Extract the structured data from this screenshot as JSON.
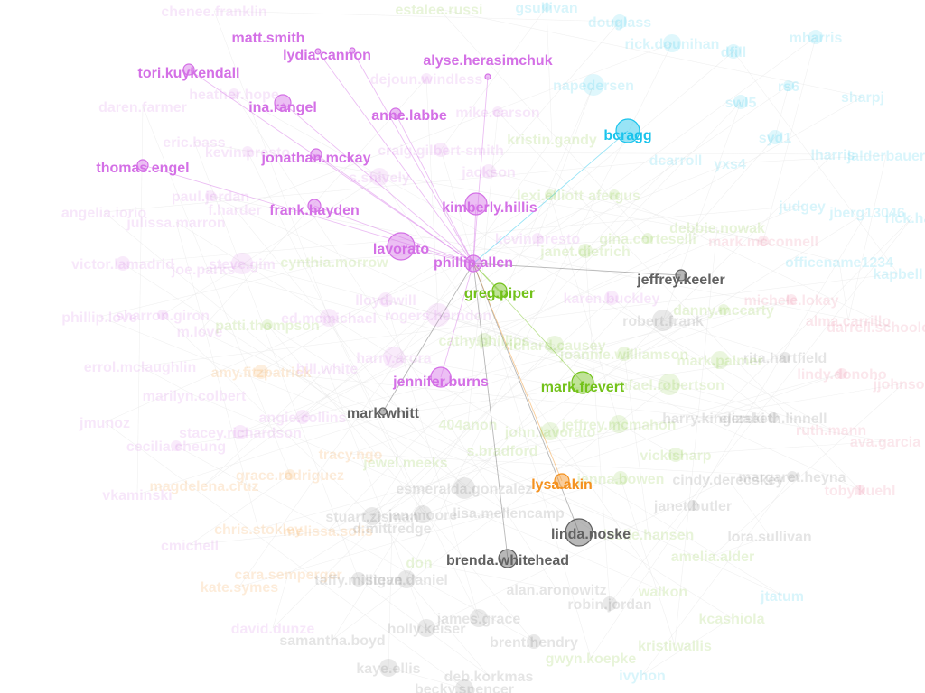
{
  "colors": {
    "purple": "#d470e6",
    "cyan": "#1bc4ec",
    "green": "#73c21a",
    "orange": "#f4911e",
    "gray": "#616161",
    "pink": "#e86d8f",
    "lightgray": "#9a9a9a"
  },
  "graph": {
    "center": "phillip.allen",
    "nodes": [
      {
        "id": "phillip.allen",
        "label": "phillip.allen",
        "group": "purple",
        "highlight": true
      },
      {
        "id": "matt.smith",
        "label": "matt.smith",
        "group": "purple",
        "highlight": true
      },
      {
        "id": "lydia.cannon",
        "label": "lydia.cannon",
        "group": "purple",
        "highlight": true
      },
      {
        "id": "alyse.herasimchuk",
        "label": "alyse.herasimchuk",
        "group": "purple",
        "highlight": true
      },
      {
        "id": "tori.kuykendall",
        "label": "tori.kuykendall",
        "group": "purple",
        "highlight": true
      },
      {
        "id": "ina.rangel",
        "label": "ina.rangel",
        "group": "purple",
        "highlight": true
      },
      {
        "id": "anne.labbe",
        "label": "anne.labbe",
        "group": "purple",
        "highlight": true
      },
      {
        "id": "jonathan.mckay",
        "label": "jonathan.mckay",
        "group": "purple",
        "highlight": true
      },
      {
        "id": "thomas.engel",
        "label": "thomas.engel",
        "group": "purple",
        "highlight": true
      },
      {
        "id": "frank.hayden",
        "label": "frank.hayden",
        "group": "purple",
        "highlight": true
      },
      {
        "id": "kimberly.hillis",
        "label": "kimberly.hillis",
        "group": "purple",
        "highlight": true
      },
      {
        "id": "lavorato",
        "label": "lavorato",
        "group": "purple",
        "highlight": true
      },
      {
        "id": "jennifer.burns",
        "label": "jennifer.burns",
        "group": "purple",
        "highlight": true
      },
      {
        "id": "bcragg",
        "label": "bcragg",
        "group": "cyan",
        "highlight": true
      },
      {
        "id": "greg.piper",
        "label": "greg.piper",
        "group": "green",
        "highlight": true
      },
      {
        "id": "mark.frevert",
        "label": "mark.frevert",
        "group": "green",
        "highlight": true
      },
      {
        "id": "jeffrey.keeler",
        "label": "jeffrey.keeler",
        "group": "gray",
        "highlight": true
      },
      {
        "id": "mark.whitt",
        "label": "mark.whitt",
        "group": "gray",
        "highlight": true
      },
      {
        "id": "lysa.akin",
        "label": "lysa.akin",
        "group": "orange",
        "highlight": true
      },
      {
        "id": "linda.noske",
        "label": "linda.noske",
        "group": "gray",
        "highlight": true
      },
      {
        "id": "brenda.whitehead",
        "label": "brenda.whitehead",
        "group": "gray",
        "highlight": true
      },
      {
        "id": "chenee.franklin",
        "label": "chenee.franklin",
        "group": "purple",
        "highlight": false
      },
      {
        "id": "estalee.russi",
        "label": "estalee.russi",
        "group": "green",
        "highlight": false
      },
      {
        "id": "gsullivan",
        "label": "gsullivan",
        "group": "cyan",
        "highlight": false
      },
      {
        "id": "douglass",
        "label": "douglass",
        "group": "cyan",
        "highlight": false
      },
      {
        "id": "rick.dounihan",
        "label": "rick.dounihan",
        "group": "cyan",
        "highlight": false
      },
      {
        "id": "mharris",
        "label": "mharris",
        "group": "cyan",
        "highlight": false
      },
      {
        "id": "dfill",
        "label": "dfill",
        "group": "cyan",
        "highlight": false
      },
      {
        "id": "dejoun.windless",
        "label": "dejoun.windless",
        "group": "purple",
        "highlight": false
      },
      {
        "id": "napedersen",
        "label": "napedersen",
        "group": "cyan",
        "highlight": false
      },
      {
        "id": "rs6",
        "label": "rs6",
        "group": "cyan",
        "highlight": false
      },
      {
        "id": "sharpj",
        "label": "sharpj",
        "group": "cyan",
        "highlight": false
      },
      {
        "id": "heather.hope",
        "label": "heather.hope",
        "group": "purple",
        "highlight": false
      },
      {
        "id": "daren.farmer",
        "label": "daren.farmer",
        "group": "purple",
        "highlight": false
      },
      {
        "id": "mike.carson",
        "label": "mike.carson",
        "group": "purple",
        "highlight": false
      },
      {
        "id": "swl5",
        "label": "swl5",
        "group": "cyan",
        "highlight": false
      },
      {
        "id": "eric.bass",
        "label": "eric.bass",
        "group": "purple",
        "highlight": false
      },
      {
        "id": "kevin.presto",
        "label": "kevin.presto",
        "group": "purple",
        "highlight": false
      },
      {
        "id": "craig.gilbert-smith",
        "label": "craig.gilbert-smith",
        "group": "purple",
        "highlight": false
      },
      {
        "id": "kristin.gandy",
        "label": "kristin.gandy",
        "group": "green",
        "highlight": false
      },
      {
        "id": "syd1",
        "label": "syd1",
        "group": "cyan",
        "highlight": false
      },
      {
        "id": "lharris",
        "label": "lharris",
        "group": "cyan",
        "highlight": false
      },
      {
        "id": "jalderbauer",
        "label": "jalderbauer",
        "group": "cyan",
        "highlight": false
      },
      {
        "id": "dcarroll",
        "label": "dcarroll",
        "group": "cyan",
        "highlight": false
      },
      {
        "id": "yxs4",
        "label": "yxs4",
        "group": "cyan",
        "highlight": false
      },
      {
        "id": "jackson",
        "label": "jackson",
        "group": "purple",
        "highlight": false
      },
      {
        "id": "s.shively",
        "label": "s.shively",
        "group": "purple",
        "highlight": false
      },
      {
        "id": "paul.jordan",
        "label": "paul.jordan",
        "group": "purple",
        "highlight": false
      },
      {
        "id": "lexi.elliott",
        "label": "lexi.elliott",
        "group": "green",
        "highlight": false
      },
      {
        "id": "afergus",
        "label": "afergus",
        "group": "green",
        "highlight": false
      },
      {
        "id": "judgey",
        "label": "judgey",
        "group": "cyan",
        "highlight": false
      },
      {
        "id": "angelia.iorio",
        "label": "angelia.iorio",
        "group": "purple",
        "highlight": false
      },
      {
        "id": "f.harder",
        "label": "f.harder",
        "group": "purple",
        "highlight": false
      },
      {
        "id": "julissa.marron",
        "label": "julissa.marron",
        "group": "purple",
        "highlight": false
      },
      {
        "id": "jberg13046",
        "label": "jberg13046",
        "group": "cyan",
        "highlight": false
      },
      {
        "id": "rick.hall",
        "label": "rick.hall",
        "group": "cyan",
        "highlight": false
      },
      {
        "id": "debbie.nowak",
        "label": "debbie.nowak",
        "group": "green",
        "highlight": false
      },
      {
        "id": "gina.corteselli",
        "label": "gina.corteselli",
        "group": "green",
        "highlight": false
      },
      {
        "id": "kevin.presto2",
        "label": "kevin.presto",
        "group": "purple",
        "highlight": false
      },
      {
        "id": "mark.mcconnell",
        "label": "mark.mcconnell",
        "group": "pink",
        "highlight": false
      },
      {
        "id": "janet.dietrich",
        "label": "janet.dietrich",
        "group": "green",
        "highlight": false
      },
      {
        "id": "victor.lamadrid",
        "label": "victor.lamadrid",
        "group": "purple",
        "highlight": false
      },
      {
        "id": "joe.parks",
        "label": "joe.parks",
        "group": "purple",
        "highlight": false
      },
      {
        "id": "steve.gim",
        "label": "steve.gim",
        "group": "purple",
        "highlight": false
      },
      {
        "id": "cynthia.morrow",
        "label": "cynthia.morrow",
        "group": "green",
        "highlight": false
      },
      {
        "id": "officename1234",
        "label": "officename1234",
        "group": "cyan",
        "highlight": false
      },
      {
        "id": "kapbell",
        "label": "kapbell",
        "group": "cyan",
        "highlight": false
      },
      {
        "id": "lloyd.will",
        "label": "lloyd.will",
        "group": "purple",
        "highlight": false
      },
      {
        "id": "karen.buckley",
        "label": "karen.buckley",
        "group": "purple",
        "highlight": false
      },
      {
        "id": "michele.lokay",
        "label": "michele.lokay",
        "group": "pink",
        "highlight": false
      },
      {
        "id": "danny.mccarty",
        "label": "danny.mccarty",
        "group": "green",
        "highlight": false
      },
      {
        "id": "phillip.love",
        "label": "phillip.love",
        "group": "purple",
        "highlight": false
      },
      {
        "id": "sharron.giron",
        "label": "sharron.giron",
        "group": "purple",
        "highlight": false
      },
      {
        "id": "m.love",
        "label": "m.love",
        "group": "purple",
        "highlight": false
      },
      {
        "id": "patti.thompson",
        "label": "patti.thompson",
        "group": "green",
        "highlight": false
      },
      {
        "id": "ed.mcmichael",
        "label": "ed.mcmichael",
        "group": "purple",
        "highlight": false
      },
      {
        "id": "rogers.herndon",
        "label": "rogers.herndon",
        "group": "purple",
        "highlight": false
      },
      {
        "id": "robert.frank",
        "label": "robert.frank",
        "group": "gray",
        "highlight": false
      },
      {
        "id": "alma.carrillo",
        "label": "alma.carrillo",
        "group": "pink",
        "highlight": false
      },
      {
        "id": "darrell.schoolcraft",
        "label": "darrell.schoolcraft",
        "group": "pink",
        "highlight": false
      },
      {
        "id": "cathy.phillips",
        "label": "cathy.phillips",
        "group": "green",
        "highlight": false
      },
      {
        "id": "richard.causey",
        "label": "richard.causey",
        "group": "green",
        "highlight": false
      },
      {
        "id": "joannie.williamson",
        "label": "joannie.williamson",
        "group": "green",
        "highlight": false
      },
      {
        "id": "rita.hartfield",
        "label": "rita.hartfield",
        "group": "gray",
        "highlight": false
      },
      {
        "id": "mark.palmer",
        "label": "mark.palmer",
        "group": "green",
        "highlight": false
      },
      {
        "id": "errol.mclaughlin",
        "label": "errol.mclaughlin",
        "group": "purple",
        "highlight": false
      },
      {
        "id": "amy.fitzpatrick",
        "label": "amy.fitzpatrick",
        "group": "orange",
        "highlight": false
      },
      {
        "id": "harry.arora",
        "label": "harry.arora",
        "group": "purple",
        "highlight": false
      },
      {
        "id": "bill.white",
        "label": "bill.white",
        "group": "purple",
        "highlight": false
      },
      {
        "id": "lindy.donoho",
        "label": "lindy.donoho",
        "group": "pink",
        "highlight": false
      },
      {
        "id": "jjohnson",
        "label": "jjohnson",
        "group": "pink",
        "highlight": false
      },
      {
        "id": "marilyn.colbert",
        "label": "marilyn.colbert",
        "group": "purple",
        "highlight": false
      },
      {
        "id": "rafael.robertson",
        "label": "rafael.robertson",
        "group": "green",
        "highlight": false
      },
      {
        "id": "jmunoz",
        "label": "jmunoz",
        "group": "purple",
        "highlight": false
      },
      {
        "id": "angie.collins",
        "label": "angie.collins",
        "group": "purple",
        "highlight": false
      },
      {
        "id": "404anon",
        "label": "404anon",
        "group": "green",
        "highlight": false
      },
      {
        "id": "john.lavorato",
        "label": "john.lavorato",
        "group": "green",
        "highlight": false
      },
      {
        "id": "jeffrey.mcmahon",
        "label": "jeffrey.mcmahon",
        "group": "green",
        "highlight": false
      },
      {
        "id": "harry.kingerski",
        "label": "harry.kingerski",
        "group": "gray",
        "highlight": false
      },
      {
        "id": "elizabeth.linnell",
        "label": "elizabeth.linnell",
        "group": "gray",
        "highlight": false
      },
      {
        "id": "stacey.richardson",
        "label": "stacey.richardson",
        "group": "purple",
        "highlight": false
      },
      {
        "id": "ruth.mann",
        "label": "ruth.mann",
        "group": "pink",
        "highlight": false
      },
      {
        "id": "cecilia.cheung",
        "label": "cecilia.cheung",
        "group": "purple",
        "highlight": false
      },
      {
        "id": "s.bradford",
        "label": "s.bradford",
        "group": "green",
        "highlight": false
      },
      {
        "id": "vickisharp",
        "label": "vickisharp",
        "group": "green",
        "highlight": false
      },
      {
        "id": "ava.garcia",
        "label": "ava.garcia",
        "group": "pink",
        "highlight": false
      },
      {
        "id": "tracy.ngo",
        "label": "tracy.ngo",
        "group": "orange",
        "highlight": false
      },
      {
        "id": "jewel.meeks",
        "label": "jewel.meeks",
        "group": "green",
        "highlight": false
      },
      {
        "id": "grace.rodriguez",
        "label": "grace.rodriguez",
        "group": "orange",
        "highlight": false
      },
      {
        "id": "jenna.bowen",
        "label": "jenna.bowen",
        "group": "green",
        "highlight": false
      },
      {
        "id": "cindy.derecskey",
        "label": "cindy.derecskey",
        "group": "gray",
        "highlight": false
      },
      {
        "id": "margaret.heyna",
        "label": "margaret.heyna",
        "group": "gray",
        "highlight": false
      },
      {
        "id": "magdelena.cruz",
        "label": "magdelena.cruz",
        "group": "orange",
        "highlight": false
      },
      {
        "id": "vkaminski",
        "label": "vkaminski",
        "group": "purple",
        "highlight": false
      },
      {
        "id": "esmeralda.gonzalez",
        "label": "esmeralda.gonzalez",
        "group": "gray",
        "highlight": false
      },
      {
        "id": "toby.kuehl",
        "label": "toby.kuehl",
        "group": "pink",
        "highlight": false
      },
      {
        "id": "janet.butler",
        "label": "janet.butler",
        "group": "gray",
        "highlight": false
      },
      {
        "id": "lisa.mellencamp",
        "label": "lisa.mellencamp",
        "group": "gray",
        "highlight": false
      },
      {
        "id": "stuart.zisman",
        "label": "stuart.zisman",
        "group": "gray",
        "highlight": false
      },
      {
        "id": "jan.moore",
        "label": "jan.moore",
        "group": "gray",
        "highlight": false
      },
      {
        "id": "leslie.hansen",
        "label": "leslie.hansen",
        "group": "green",
        "highlight": false
      },
      {
        "id": "chris.stokley",
        "label": "chris.stokley",
        "group": "orange",
        "highlight": false
      },
      {
        "id": "melissa.solis",
        "label": "melissa.solis",
        "group": "orange",
        "highlight": false
      },
      {
        "id": "d.mittredge",
        "label": "d.mittredge",
        "group": "gray",
        "highlight": false
      },
      {
        "id": "lora.sullivan",
        "label": "lora.sullivan",
        "group": "gray",
        "highlight": false
      },
      {
        "id": "cmichell",
        "label": "cmichell",
        "group": "purple",
        "highlight": false
      },
      {
        "id": "amelia.alder",
        "label": "amelia.alder",
        "group": "green",
        "highlight": false
      },
      {
        "id": "don",
        "label": "don",
        "group": "green",
        "highlight": false
      },
      {
        "id": "cara.semperger",
        "label": "cara.semperger",
        "group": "orange",
        "highlight": false
      },
      {
        "id": "taffy.milligan",
        "label": "taffy.milligan",
        "group": "gray",
        "highlight": false
      },
      {
        "id": "steve.daniel",
        "label": "steve.daniel",
        "group": "gray",
        "highlight": false
      },
      {
        "id": "alan.aronowitz",
        "label": "alan.aronowitz",
        "group": "gray",
        "highlight": false
      },
      {
        "id": "kate.symes",
        "label": "kate.symes",
        "group": "orange",
        "highlight": false
      },
      {
        "id": "walkon",
        "label": "walkon",
        "group": "green",
        "highlight": false
      },
      {
        "id": "jtatum",
        "label": "jtatum",
        "group": "cyan",
        "highlight": false
      },
      {
        "id": "robin.jordan",
        "label": "robin.jordan",
        "group": "gray",
        "highlight": false
      },
      {
        "id": "james.grace",
        "label": "james.grace",
        "group": "gray",
        "highlight": false
      },
      {
        "id": "kcashiola",
        "label": "kcashiola",
        "group": "green",
        "highlight": false
      },
      {
        "id": "david.dunze",
        "label": "david.dunze",
        "group": "purple",
        "highlight": false
      },
      {
        "id": "holly.keiser",
        "label": "holly.keiser",
        "group": "gray",
        "highlight": false
      },
      {
        "id": "samantha.boyd",
        "label": "samantha.boyd",
        "group": "gray",
        "highlight": false
      },
      {
        "id": "brent.hendry",
        "label": "brent.hendry",
        "group": "gray",
        "highlight": false
      },
      {
        "id": "kristiwallis",
        "label": "kristiwallis",
        "group": "green",
        "highlight": false
      },
      {
        "id": "gwyn.koepke",
        "label": "gwyn.koepke",
        "group": "green",
        "highlight": false
      },
      {
        "id": "kaye.ellis",
        "label": "kaye.ellis",
        "group": "gray",
        "highlight": false
      },
      {
        "id": "deb.korkmas",
        "label": "deb.korkmas",
        "group": "gray",
        "highlight": false
      },
      {
        "id": "ivyhon",
        "label": "ivyhon",
        "group": "cyan",
        "highlight": false
      },
      {
        "id": "becky.spencer",
        "label": "becky.spencer",
        "group": "gray",
        "highlight": false
      }
    ]
  }
}
